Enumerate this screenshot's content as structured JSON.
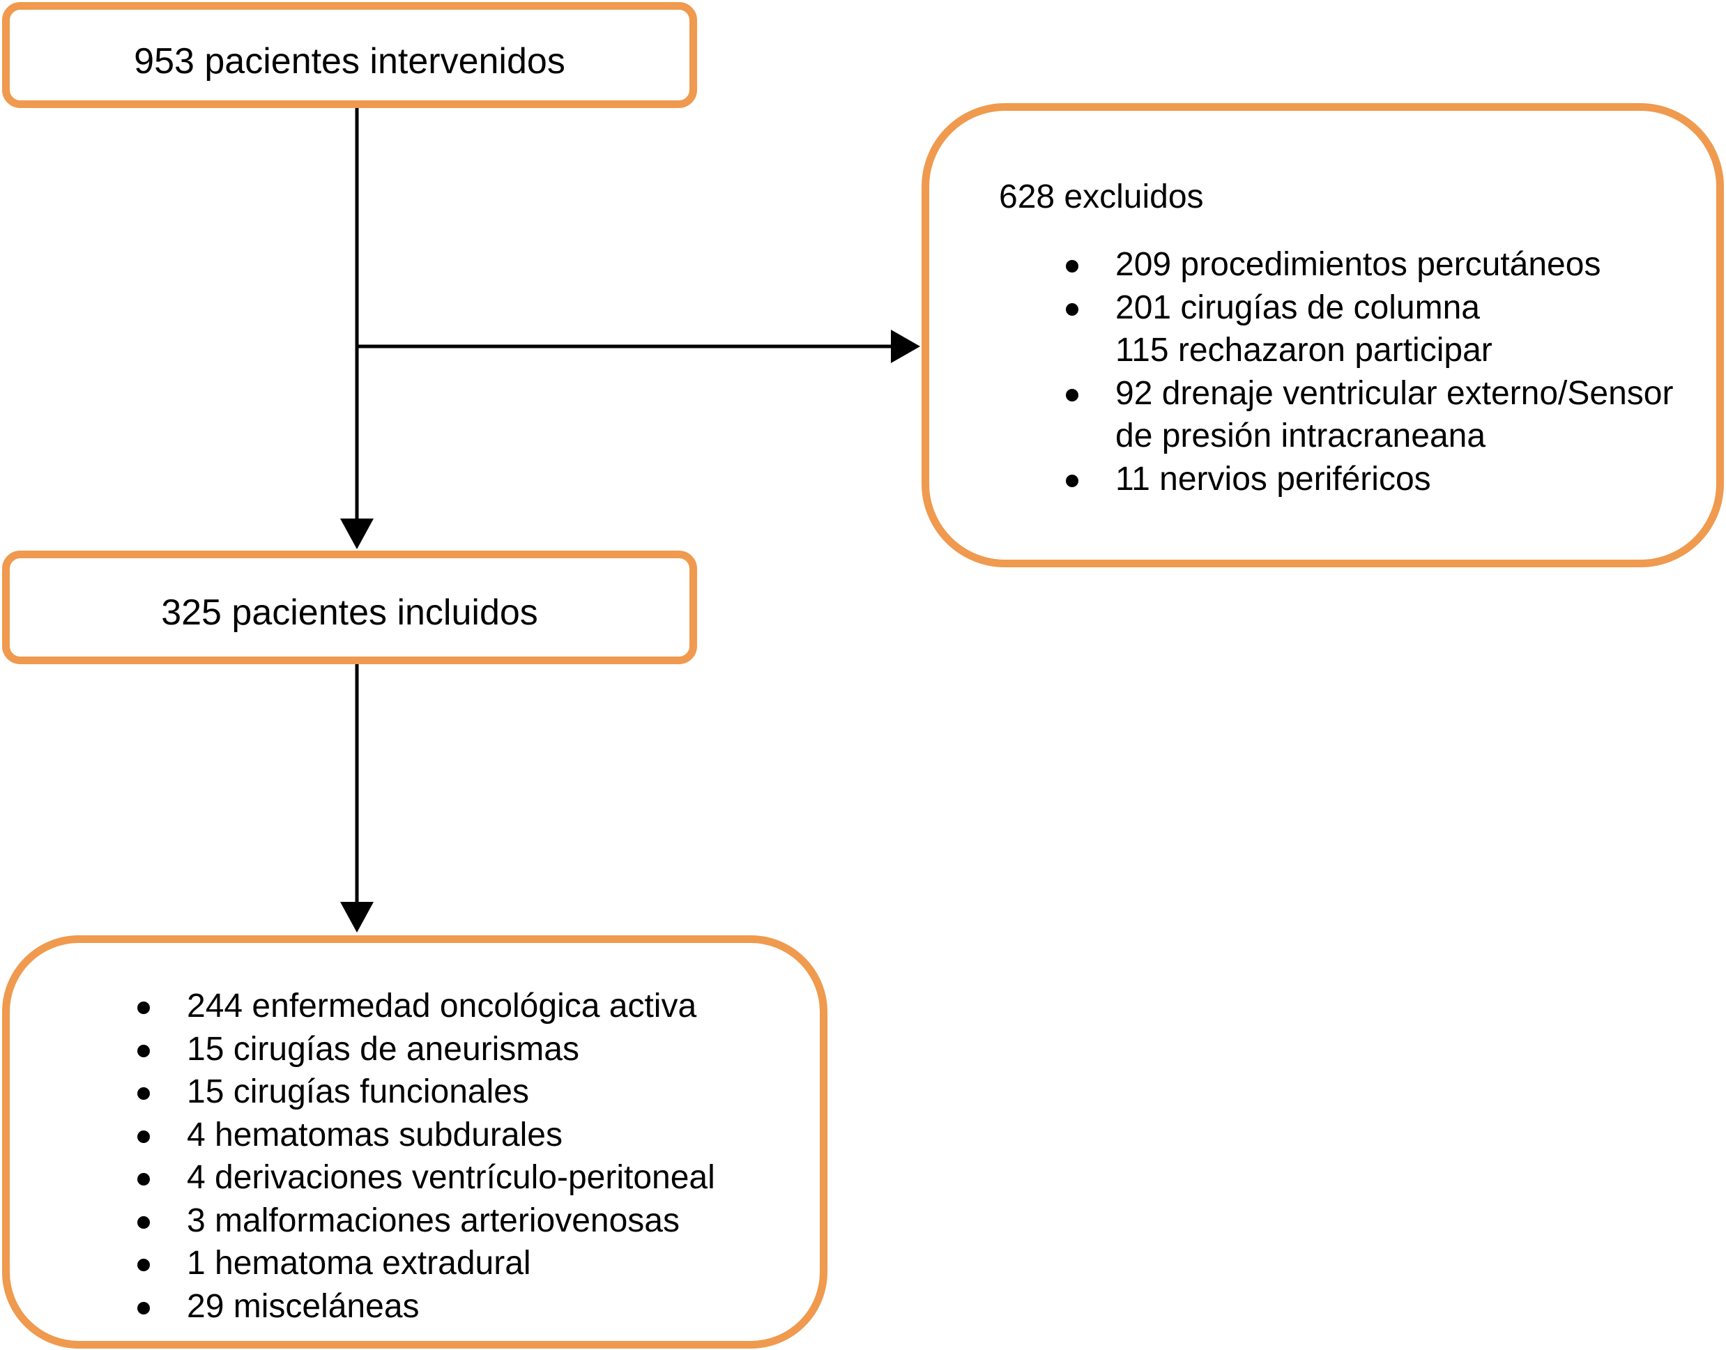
{
  "nodes": {
    "top": {
      "text": "953 pacientes intervenidos"
    },
    "middle": {
      "text": "325 pacientes incluidos"
    },
    "excluded": {
      "title": "628 excluidos",
      "items": [
        {
          "text": "209 procedimientos percutáneos",
          "bullet": true
        },
        {
          "text": "201 cirugías de columna",
          "bullet": true
        },
        {
          "text": "115 rechazaron participar",
          "bullet": false
        },
        {
          "text": "92 drenaje ventricular externo/Sensor",
          "bullet": true
        },
        {
          "text": "de presión intracraneana",
          "bullet": false
        },
        {
          "text": "11 nervios periféricos",
          "bullet": true
        }
      ]
    },
    "bottom": {
      "items": [
        {
          "text": "244 enfermedad oncológica activa",
          "bullet": true
        },
        {
          "text": "15 cirugías de aneurismas",
          "bullet": true
        },
        {
          "text": "15 cirugías funcionales",
          "bullet": true
        },
        {
          "text": "4 hematomas subdurales",
          "bullet": true
        },
        {
          "text": "4 derivaciones ventrículo-peritoneal",
          "bullet": true
        },
        {
          "text": "3 malformaciones arteriovenosas",
          "bullet": true
        },
        {
          "text": "1 hematoma extradural",
          "bullet": true
        },
        {
          "text": "29 misceláneas",
          "bullet": true
        }
      ]
    }
  },
  "colors": {
    "box_border": "#ef9a4e",
    "arrow": "#000000"
  }
}
